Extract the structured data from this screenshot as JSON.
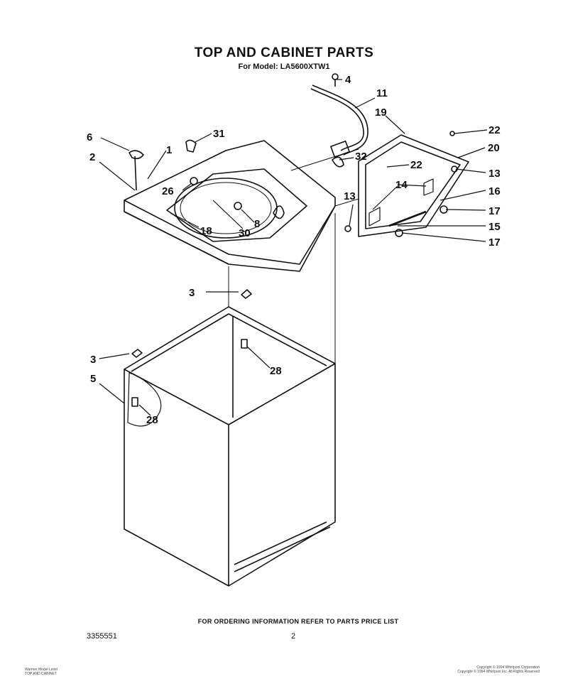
{
  "header": {
    "title": "TOP AND CABINET PARTS",
    "subtitle": "For Model: LA5600XTW1"
  },
  "callouts": [
    "4",
    "11",
    "19",
    "22",
    "20",
    "13",
    "16",
    "17",
    "15",
    "17",
    "6",
    "31",
    "32",
    "1",
    "2",
    "22",
    "14",
    "13",
    "26",
    "8",
    "18",
    "30",
    "3",
    "28",
    "3",
    "5",
    "28"
  ],
  "footer": {
    "ordering_note": "FOR ORDERING INFORMATION REFER TO PARTS PRICE LIST",
    "document_number": "3355551",
    "page_number": "2",
    "fine_left": [
      "Warmer Model Level",
      "TOP AND CABINET"
    ],
    "fine_right": [
      "Copyright © 1994 Whirlpool Corporation",
      "Copyright © 1994 Whirlpool Inc. All Rights Reserved"
    ]
  }
}
